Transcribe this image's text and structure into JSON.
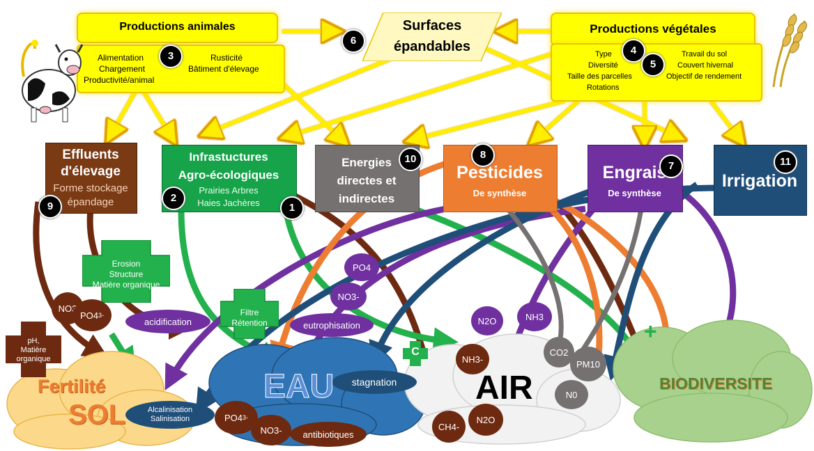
{
  "top": {
    "animal": {
      "title": "Productions  animales",
      "items_left": [
        "Alimentation",
        "Chargement",
        "Productivité/animal"
      ],
      "items_right": [
        "Rusticité",
        "Bâtiment d'élevage"
      ],
      "marker": "3"
    },
    "surfaces": {
      "line1": "Surfaces",
      "line2": "épandables",
      "marker": "6"
    },
    "vegetal": {
      "title": "Productions végétales",
      "items_left": [
        "Type",
        "Diversité",
        "Taille des parcelles",
        "Rotations"
      ],
      "items_right": [
        "Travail du sol",
        "Couvert hivernal",
        "Objectif de rendement"
      ],
      "markers": [
        "4",
        "5"
      ]
    }
  },
  "boxes": {
    "effluents": {
      "line1": "Effluents",
      "line2": "d'élevage",
      "line3": "Forme stockage",
      "line4": "épandage",
      "marker": "9",
      "color": "#7a3a14"
    },
    "infra": {
      "line1": "Infrastuctures",
      "line2": "Agro-écologiques",
      "line3": "Prairies Arbres",
      "line4": "Haies Jachères",
      "markers": [
        "2",
        "1"
      ],
      "color": "#16a34a"
    },
    "energies": {
      "line1": "Energies",
      "line2": "directes et",
      "line3": "indirectes",
      "marker": "10",
      "color": "#767171"
    },
    "pesticides": {
      "line1": "Pesticides",
      "line2": "De synthèse",
      "marker": "8",
      "color": "#ed7d31"
    },
    "engrais": {
      "line1": "Engrais",
      "line2": "De synthèse",
      "marker": "7",
      "color": "#7030a0"
    },
    "irrigation": {
      "line1": "Irrigation",
      "marker": "11",
      "color": "#1f4e79"
    }
  },
  "middle": {
    "erosion": [
      "Erosion",
      "Structure",
      "Matière organique"
    ],
    "filtre": [
      "Filtre",
      "Rétention"
    ],
    "c_label": "C",
    "plus_label": "+",
    "ph": [
      "pH,",
      "Matière",
      "organique"
    ]
  },
  "ovals": {
    "no3_sol": "NO3",
    "po4_sol_base": "PO4",
    "po4_sol_sup": "3-",
    "acidification": "acidification",
    "po4_mid": "PO4",
    "no3_mid": "NO3-",
    "eutrophisation": "eutrophisation",
    "n2o_top": "N2O",
    "nh3_top": "NH3",
    "nh3_minus": "NH3-",
    "co2": "CO2",
    "pm10": "PM10",
    "n0": "N0",
    "stagnation": "stagnation",
    "alcalinisation": [
      "Alcalinisation",
      "Salinisation"
    ],
    "po4_eau_base": "PO4",
    "po4_eau_sup": "3-",
    "no3_eau": "NO3-",
    "antibiotiques": "antibiotiques",
    "ch4": "CH4-",
    "n2o_bottom": "N2O"
  },
  "clouds": {
    "sol": {
      "line1": "Fertilité",
      "line2": "SOL"
    },
    "eau": "EAU",
    "air": "AIR",
    "biodiv": "BIODIVERSITE"
  },
  "colors": {
    "yellow": "#ffff00",
    "brown": "#7a3a14",
    "green": "#16a34a",
    "grey": "#767171",
    "orange": "#ed7d31",
    "purple": "#7030a0",
    "navy": "#1f4e79",
    "oval_purple": "#7030a0",
    "oval_brown": "#6e2a10",
    "oval_navy": "#1f4e79",
    "oval_grey": "#767171"
  },
  "icons": [
    "cow-icon",
    "wheat-icon"
  ]
}
